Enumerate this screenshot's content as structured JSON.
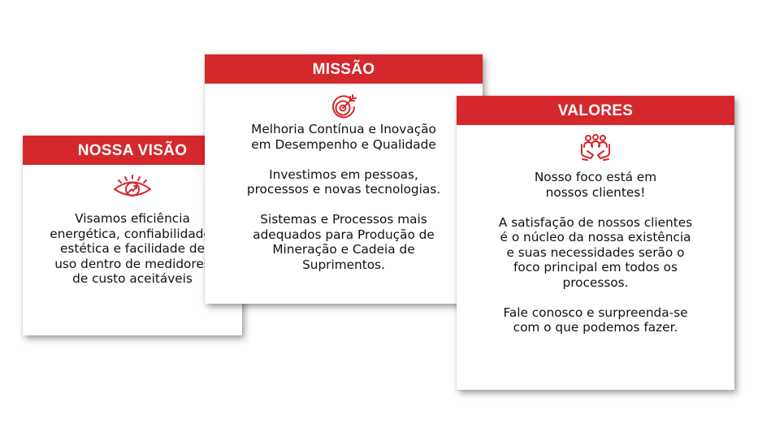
{
  "accent_color": "#d5282d",
  "cards": {
    "visao": {
      "title": "NOSSA VISÃO",
      "icon": "eye-growth-icon",
      "paragraphs": [
        "Visamos eficiência\nenergética, confiabilidade,\nestética e facilidade de\nuso dentro de medidores\nde custo aceitáveis"
      ]
    },
    "missao": {
      "title": "MISSÃO",
      "icon": "target-icon",
      "paragraphs": [
        "Melhoria Contínua e Inovação\nem Desempenho e Qualidade",
        "Investimos em pessoas,\nprocessos e novas tecnologias.",
        "Sistemas e Processos mais\nadequados para Produção de\nMineração e Cadeia de\nSuprimentos."
      ]
    },
    "valores": {
      "title": "VALORES",
      "icon": "people-hands-icon",
      "paragraphs": [
        "Nosso foco está em\nnossos clientes!",
        "A satisfação de nossos clientes\né o núcleo da nossa existência\ne suas necessidades serão o\nfoco principal em todos os\nprocessos.",
        "Fale conosco e surpreenda-se\ncom o que podemos fazer."
      ]
    }
  }
}
